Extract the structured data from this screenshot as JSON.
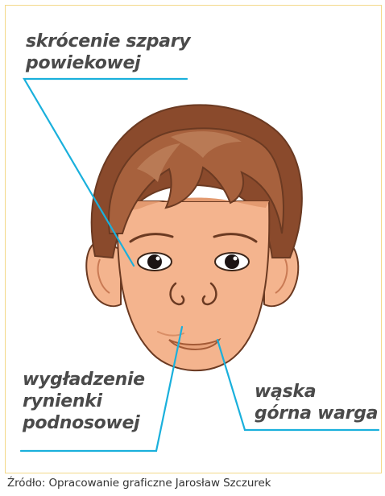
{
  "annotations": {
    "eyelid": [
      "skrócenie szpary",
      "powiekowej"
    ],
    "philtrum": [
      "wygładzenie",
      "rynienki",
      "podnosowej"
    ],
    "lip": [
      "wąska",
      "górna warga"
    ]
  },
  "source": "Źródło: Opracowanie graficzne Jarosław Szczurek",
  "colors": {
    "frame": "#f3d98a",
    "leader_line": "#1ab0dc",
    "hair_dark": "#8a4a2c",
    "hair_light": "#b97a55",
    "skin": "#f4b48e",
    "skin_shadow": "#e39a70",
    "outline": "#6b3a22"
  }
}
